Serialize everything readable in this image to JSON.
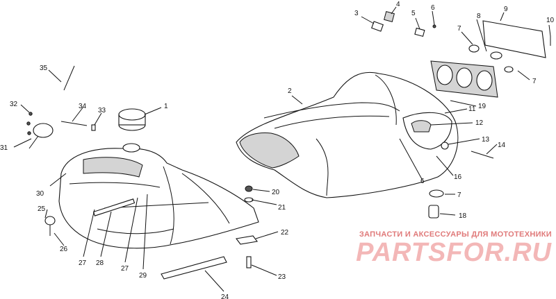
{
  "callouts": {
    "c1": "1",
    "c2": "2",
    "c3": "3",
    "c4": "4",
    "c5": "5",
    "c6": "6",
    "c6b": "6",
    "c7a": "7",
    "c7b": "7",
    "c7c": "7",
    "c8": "8",
    "c9": "9",
    "c10": "10",
    "c11": "11",
    "c12": "12",
    "c13": "13",
    "c14": "14",
    "c16": "16",
    "c18": "18",
    "c19": "19",
    "c20": "20",
    "c21": "21",
    "c22": "22",
    "c23": "23",
    "c24": "24",
    "c25": "25",
    "c26": "26",
    "c27a": "27",
    "c27b": "27",
    "c28": "28",
    "c29": "29",
    "c30": "30",
    "c31": "31",
    "c32": "32",
    "c33": "33",
    "c34": "34",
    "c35": "35"
  },
  "watermark": {
    "subtitle": "ЗАПЧАСТИ И АКСЕССУАРЫ ДЛЯ МОТОТЕХНИКИ",
    "brand": "PARTSFOR.RU"
  },
  "colors": {
    "line": "#111111",
    "watermark_text": "#e07a7a",
    "watermark_brand": "#f3b7b7"
  }
}
